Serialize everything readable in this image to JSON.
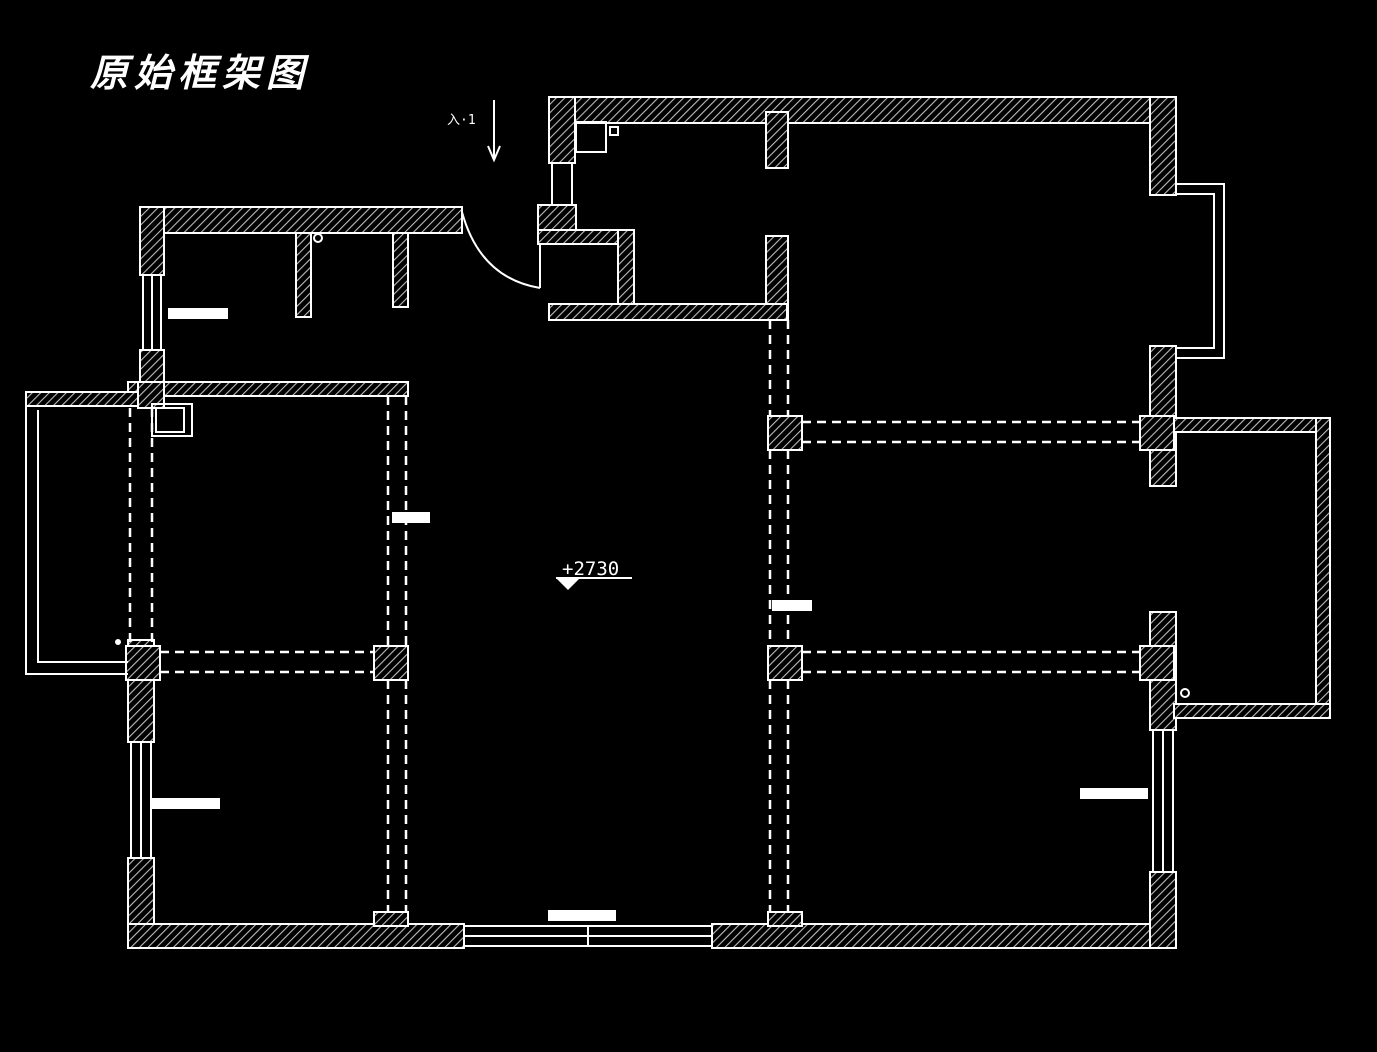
{
  "title": "原始框架图",
  "entrance_label": "入·1",
  "elevation_label": "+2730",
  "colors": {
    "background": "#000000",
    "lines": "#ffffff"
  }
}
